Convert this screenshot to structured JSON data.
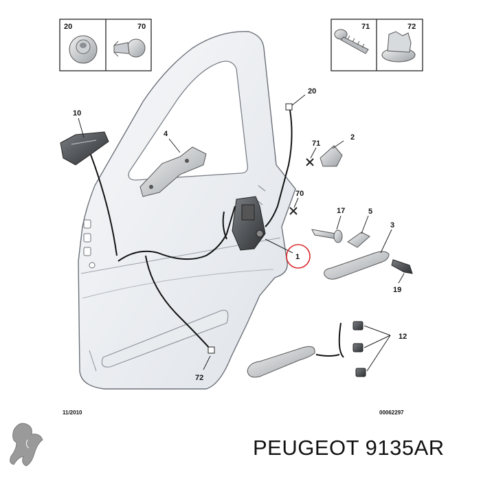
{
  "callouts": {
    "c1": "1",
    "c2": "2",
    "c3": "3",
    "c4": "4",
    "c5": "5",
    "c10": "10",
    "c12": "12",
    "c17": "17",
    "c19": "19",
    "c20": "20",
    "c70": "70",
    "c71": "71",
    "c72": "72"
  },
  "legend_left": {
    "a": "20",
    "b": "70"
  },
  "legend_right": {
    "a": "71",
    "b": "72"
  },
  "footer": {
    "date": "11/2010",
    "ref": "00062297"
  },
  "caption": "PEUGEOT 9135AR",
  "highlight_color": "#d9262c",
  "icons": [
    "peugeot-lion-logo"
  ]
}
